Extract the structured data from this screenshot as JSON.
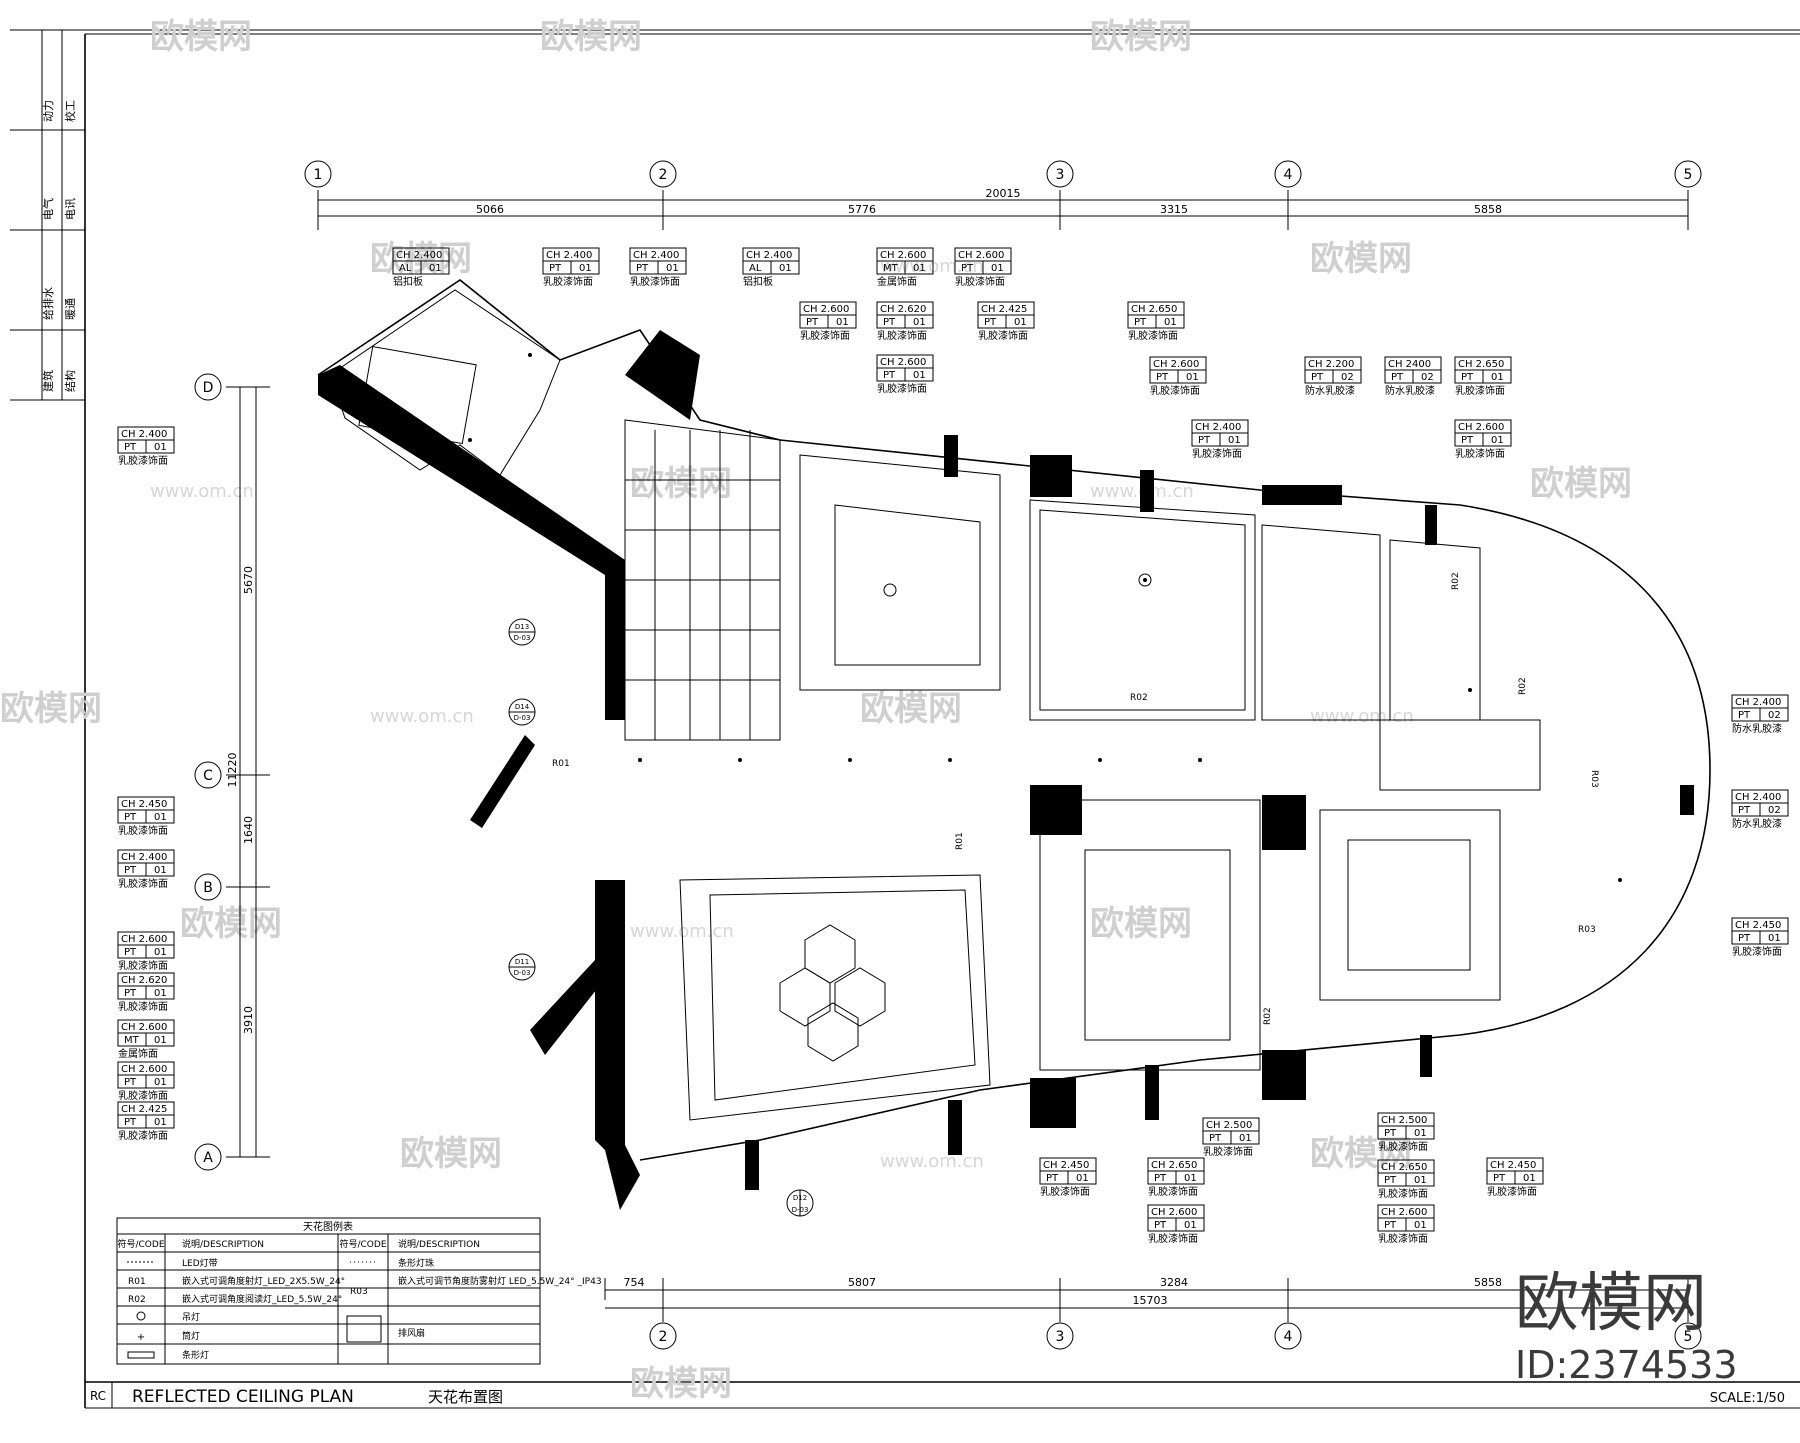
{
  "title_bar": {
    "code": "RC",
    "title_en": "REFLECTED CEILING PLAN",
    "title_cn": "天花布置图",
    "scale": "SCALE:1/50"
  },
  "side_strip": [
    "动力",
    "校工",
    "电气",
    "电讯",
    "给排水",
    "暖通",
    "建筑",
    "结构"
  ],
  "grid": {
    "columns": [
      "1",
      "2",
      "3",
      "4",
      "5"
    ],
    "rows": [
      "D",
      "C",
      "B",
      "A"
    ],
    "top_total": "20015",
    "top_dims": [
      "5066",
      "5776",
      "3315",
      "5858"
    ],
    "bottom_total": "15703",
    "bottom_dims": [
      "754",
      "5807",
      "3284",
      "5858"
    ],
    "left_dims": [
      "5670",
      "11220",
      "1640",
      "3910"
    ]
  },
  "section_marks": [
    {
      "num": "D13",
      "sheet": "D-03"
    },
    {
      "num": "D14",
      "sheet": "D-03"
    },
    {
      "num": "D11",
      "sheet": "D-03"
    },
    {
      "num": "D12",
      "sheet": "D-03"
    }
  ],
  "fixture_codes": [
    "R01",
    "R01",
    "R02",
    "R02",
    "R02",
    "R02",
    "R03",
    "R03"
  ],
  "ceiling_tags": [
    {
      "ch": "CH 2.400",
      "code": "AL",
      "no": "01",
      "desc": "铝扣板"
    },
    {
      "ch": "CH 2.400",
      "code": "PT",
      "no": "01",
      "desc": "乳胶漆饰面"
    },
    {
      "ch": "CH 2.400",
      "code": "PT",
      "no": "01",
      "desc": "乳胶漆饰面"
    },
    {
      "ch": "CH 2.400",
      "code": "AL",
      "no": "01",
      "desc": "铝扣板"
    },
    {
      "ch": "CH 2.600",
      "code": "MT",
      "no": "01",
      "desc": "金属饰面"
    },
    {
      "ch": "CH 2.600",
      "code": "PT",
      "no": "01",
      "desc": "乳胶漆饰面"
    },
    {
      "ch": "CH 2.600",
      "code": "PT",
      "no": "01",
      "desc": "乳胶漆饰面"
    },
    {
      "ch": "CH 2.620",
      "code": "PT",
      "no": "01",
      "desc": "乳胶漆饰面"
    },
    {
      "ch": "CH 2.425",
      "code": "PT",
      "no": "01",
      "desc": "乳胶漆饰面"
    },
    {
      "ch": "CH 2.600",
      "code": "PT",
      "no": "01",
      "desc": "乳胶漆饰面"
    },
    {
      "ch": "CH 2.650",
      "code": "PT",
      "no": "01",
      "desc": "乳胶漆饰面"
    },
    {
      "ch": "CH 2.600",
      "code": "PT",
      "no": "01",
      "desc": "乳胶漆饰面"
    },
    {
      "ch": "CH 2.400",
      "code": "PT",
      "no": "01",
      "desc": "乳胶漆饰面"
    },
    {
      "ch": "CH 2.200",
      "code": "PT",
      "no": "02",
      "desc": "防水乳胶漆"
    },
    {
      "ch": "CH 2400",
      "code": "PT",
      "no": "02",
      "desc": "防水乳胶漆"
    },
    {
      "ch": "CH 2.650",
      "code": "PT",
      "no": "01",
      "desc": "乳胶漆饰面"
    },
    {
      "ch": "CH 2.600",
      "code": "PT",
      "no": "01",
      "desc": "乳胶漆饰面"
    },
    {
      "ch": "CH 2.400",
      "code": "PT",
      "no": "01",
      "desc": "乳胶漆饰面"
    },
    {
      "ch": "CH 2.450",
      "code": "PT",
      "no": "01",
      "desc": "乳胶漆饰面"
    },
    {
      "ch": "CH 2.400",
      "code": "PT",
      "no": "01",
      "desc": "乳胶漆饰面"
    },
    {
      "ch": "CH 2.600",
      "code": "PT",
      "no": "01",
      "desc": "乳胶漆饰面"
    },
    {
      "ch": "CH 2.620",
      "code": "PT",
      "no": "01",
      "desc": "乳胶漆饰面"
    },
    {
      "ch": "CH 2.600",
      "code": "MT",
      "no": "01",
      "desc": "金属饰面"
    },
    {
      "ch": "CH 2.600",
      "code": "PT",
      "no": "01",
      "desc": "乳胶漆饰面"
    },
    {
      "ch": "CH 2.425",
      "code": "PT",
      "no": "01",
      "desc": "乳胶漆饰面"
    },
    {
      "ch": "CH 2.400",
      "code": "PT",
      "no": "02",
      "desc": "防水乳胶漆"
    },
    {
      "ch": "CH 2.400",
      "code": "PT",
      "no": "02",
      "desc": "防水乳胶漆"
    },
    {
      "ch": "CH 2.450",
      "code": "PT",
      "no": "01",
      "desc": "乳胶漆饰面"
    },
    {
      "ch": "CH 2.450",
      "code": "PT",
      "no": "01",
      "desc": "乳胶漆饰面"
    },
    {
      "ch": "CH 2.650",
      "code": "PT",
      "no": "01",
      "desc": "乳胶漆饰面"
    },
    {
      "ch": "CH 2.600",
      "code": "PT",
      "no": "01",
      "desc": "乳胶漆饰面"
    },
    {
      "ch": "CH 2.500",
      "code": "PT",
      "no": "01",
      "desc": "乳胶漆饰面"
    },
    {
      "ch": "CH 2.500",
      "code": "PT",
      "no": "01",
      "desc": "乳胶漆饰面"
    },
    {
      "ch": "CH 2.650",
      "code": "PT",
      "no": "01",
      "desc": "乳胶漆饰面"
    },
    {
      "ch": "CH 2.600",
      "code": "PT",
      "no": "01",
      "desc": "乳胶漆饰面"
    },
    {
      "ch": "CH 2.450",
      "code": "PT",
      "no": "01",
      "desc": "乳胶漆饰面"
    }
  ],
  "legend": {
    "title": "天花图例表",
    "col_code": "符号/CODE",
    "col_desc": "说明/DESCRIPTION",
    "left_rows": [
      {
        "code": "",
        "desc": "LED灯带"
      },
      {
        "code": "R01",
        "desc": "嵌入式可调角度射灯_LED_2X5.5W_24°"
      },
      {
        "code": "R02",
        "desc": "嵌入式可调角度阅读灯_LED_5.5W_24°"
      },
      {
        "code": "",
        "desc": "吊灯"
      },
      {
        "code": "",
        "desc": "筒灯"
      },
      {
        "code": "",
        "desc": "条形灯"
      }
    ],
    "right_rows": [
      {
        "code": "",
        "desc": "条形灯珠"
      },
      {
        "code": "R03",
        "desc": "嵌入式可调节角度防雾射灯 LED_5.5W_24° _IP43"
      },
      {
        "code": "",
        "desc": "排风扇"
      }
    ]
  },
  "watermark": {
    "brand": "欧模网",
    "url": "www.om.cn",
    "id": "ID:2374533"
  }
}
